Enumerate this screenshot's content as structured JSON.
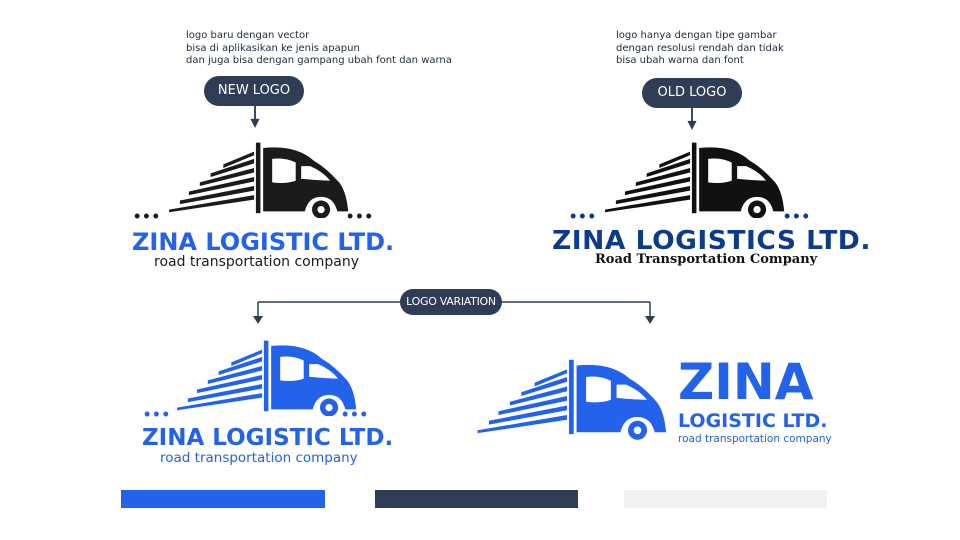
{
  "new_logo": {
    "note": "logo baru dengan vector\nbisa di aplikasikan ke jenis apapun\ndan juga bisa dengan gampang ubah font dan warna",
    "pill": "NEW LOGO",
    "title": "ZINA LOGISTIC LTD.",
    "subtitle": "road transportation company"
  },
  "old_logo": {
    "note": "logo hanya dengan tipe gambar\ndengan resolusi rendah dan tidak\nbisa ubah warna dan font",
    "pill": "OLD LOGO",
    "title": "ZINA LOGISTICS LTD.",
    "subtitle": "Road Transportation Company"
  },
  "variation": {
    "pill": "LOGO VARIATION",
    "stacked": {
      "title": "ZINA LOGISTIC LTD.",
      "subtitle": "road transportation company"
    },
    "horizontal": {
      "title_big": "ZINA",
      "title_small": "LOGISTIC LTD.",
      "subtitle": "road transportation company"
    }
  },
  "colors": {
    "brand_blue": "#2362ea",
    "dark_navy": "#2f3d57",
    "light_gray": "#f2f2f2",
    "black": "#1b1b1b",
    "old_navy": "#0d3b8c"
  },
  "icons": [
    "truck-icon",
    "arrow-down-icon",
    "dots-icon"
  ],
  "palette_swatches": [
    "#2362ea",
    "#2f3d57",
    "#f2f2f2"
  ]
}
